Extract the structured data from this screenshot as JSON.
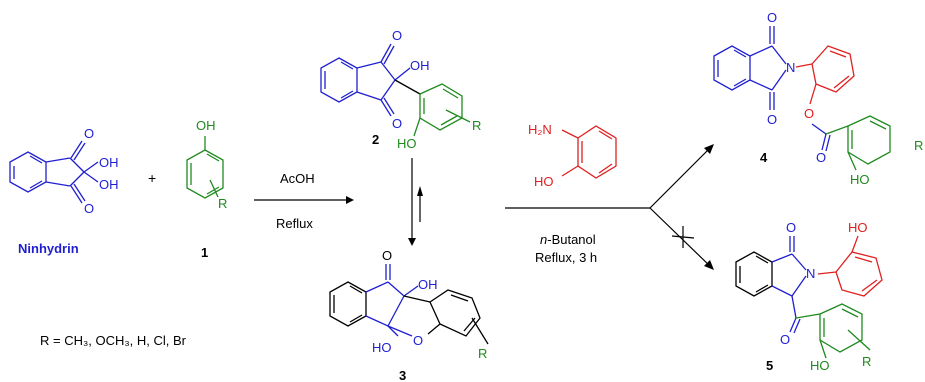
{
  "colors": {
    "blue": "#1f1fd0",
    "green": "#1f8a1f",
    "red": "#e02020",
    "black": "#000000"
  },
  "ninhydrin": {
    "o_top": "O",
    "o_bottom": "O",
    "oh1": "OH",
    "oh2": "OH",
    "name": "Ninhydrin"
  },
  "plus": "+",
  "phenol": {
    "oh": "OH",
    "r": "R",
    "label": "1"
  },
  "arrow1": {
    "above": "AcOH",
    "below": "Reflux"
  },
  "compound2": {
    "o_top": "O",
    "o_bottom": "O",
    "oh": "OH",
    "ho": "HO",
    "r": "R",
    "label": "2"
  },
  "compound3": {
    "o_top": "O",
    "oh": "OH",
    "ho": "HO",
    "o_ring": "O",
    "r": "R",
    "label": "3"
  },
  "aminophenol": {
    "h2n": "H₂N",
    "ho": "HO"
  },
  "arrow2": {
    "solvent_italic": "n",
    "solvent_rest": "-Butanol",
    "condition": "Reflux, 3 h"
  },
  "compound4": {
    "o_top": "O",
    "o_bottom": "O",
    "n": "N",
    "o_ester": "O",
    "o_carbonyl": "O",
    "ho": "HO",
    "r": "R",
    "label": "4"
  },
  "compound5": {
    "o_top": "O",
    "n": "N",
    "oh": "HO",
    "o_keto": "O",
    "ho": "HO",
    "r": "R",
    "label": "5"
  },
  "substituents": "R = CH₃, OCH₃, H, Cl, Br"
}
